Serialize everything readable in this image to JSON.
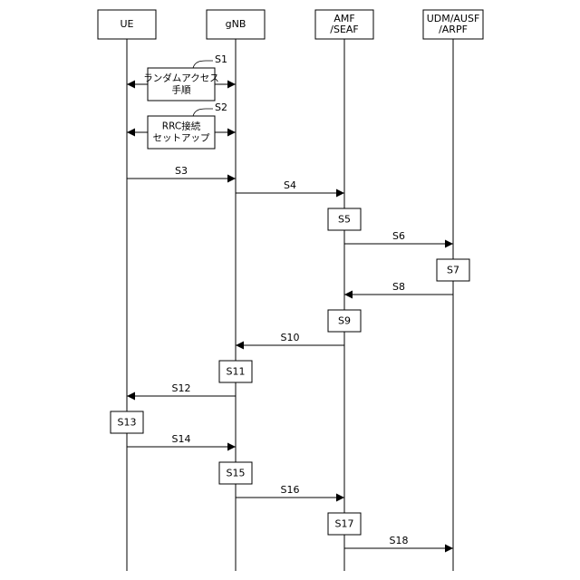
{
  "participants": [
    {
      "id": "ue",
      "lines": [
        "UE"
      ]
    },
    {
      "id": "gnb",
      "lines": [
        "gNB"
      ]
    },
    {
      "id": "amf",
      "lines": [
        "AMF",
        "/SEAF"
      ]
    },
    {
      "id": "udm",
      "lines": [
        "UDM/AUSF",
        "/ARPF"
      ]
    }
  ],
  "procedures": [
    {
      "step": "S1",
      "lines": [
        "ランダムアクセス",
        "手順"
      ],
      "between": [
        "ue",
        "gnb"
      ]
    },
    {
      "step": "S2",
      "lines": [
        "RRC接続",
        "セットアップ"
      ],
      "between": [
        "ue",
        "gnb"
      ]
    }
  ],
  "messages": [
    {
      "step": "S3",
      "from": "ue",
      "to": "gnb"
    },
    {
      "step": "S4",
      "from": "gnb",
      "to": "amf"
    },
    {
      "step": "S6",
      "from": "amf",
      "to": "udm"
    },
    {
      "step": "S8",
      "from": "udm",
      "to": "amf"
    },
    {
      "step": "S10",
      "from": "amf",
      "to": "gnb"
    },
    {
      "step": "S12",
      "from": "gnb",
      "to": "ue"
    },
    {
      "step": "S14",
      "from": "ue",
      "to": "gnb"
    },
    {
      "step": "S16",
      "from": "gnb",
      "to": "amf"
    },
    {
      "step": "S18",
      "from": "amf",
      "to": "udm"
    }
  ],
  "processing_steps": [
    {
      "step": "S5",
      "at": "amf"
    },
    {
      "step": "S7",
      "at": "udm"
    },
    {
      "step": "S9",
      "at": "amf"
    },
    {
      "step": "S11",
      "at": "gnb"
    },
    {
      "step": "S13",
      "at": "ue"
    },
    {
      "step": "S15",
      "at": "gnb"
    },
    {
      "step": "S17",
      "at": "amf"
    }
  ]
}
